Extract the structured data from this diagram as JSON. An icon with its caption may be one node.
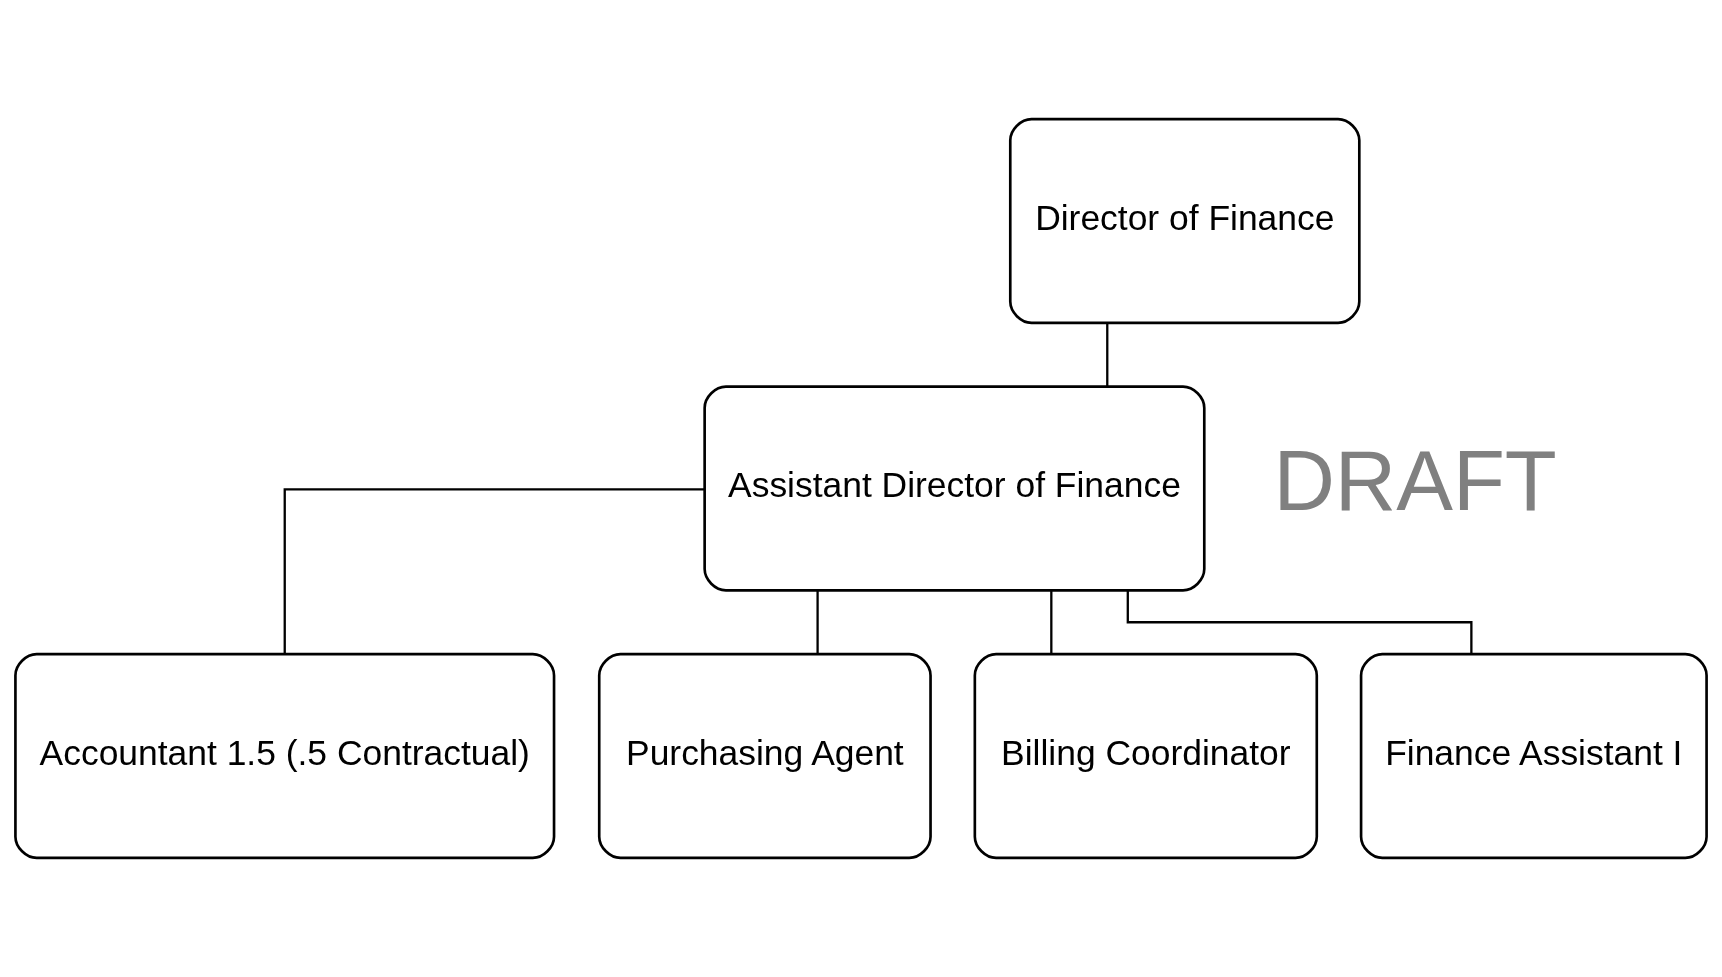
{
  "diagram": {
    "nodes": [
      {
        "text": [
          "Director of Finance"
        ]
      },
      {
        "text": [
          "Assistant Director of Finance"
        ]
      },
      {
        "text": [
          "Accountant 1.5 (.5 Contractual)"
        ]
      },
      {
        "text": [
          "Purchasing Agent"
        ]
      },
      {
        "text": [
          "Billing Coordinator"
        ]
      },
      {
        "text": [
          "Finance Assistant I"
        ]
      }
    ],
    "edges": [
      {
        "from": 0,
        "to": 1,
        "arrow": "none"
      },
      {
        "from": 1,
        "to": 2,
        "arrow": "none"
      },
      {
        "from": 1,
        "to": 3,
        "arrow": "none"
      },
      {
        "from": 1,
        "to": 4,
        "arrow": "none"
      },
      {
        "from": 1,
        "to": 5,
        "arrow": "none"
      }
    ],
    "labels": [
      "DRAFT"
    ]
  }
}
